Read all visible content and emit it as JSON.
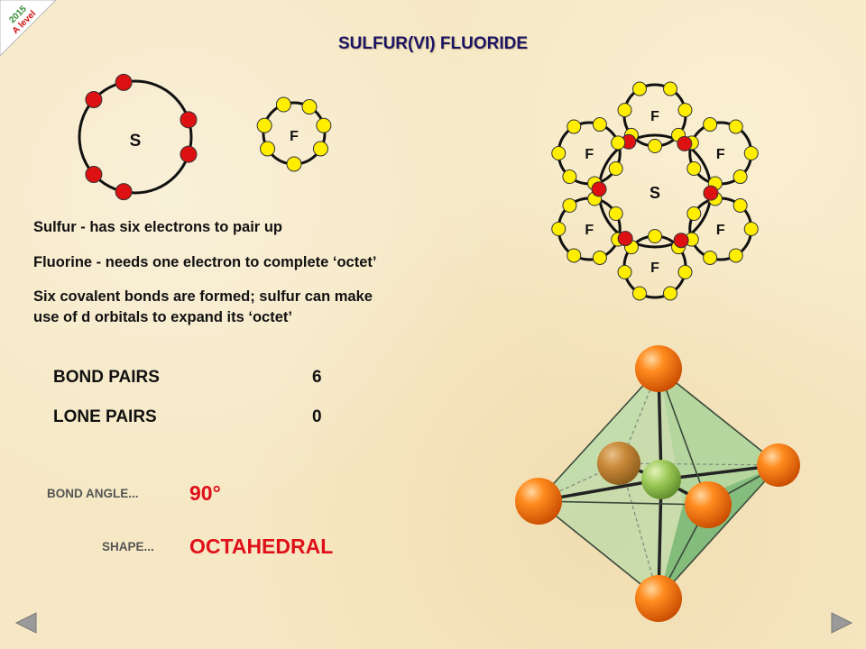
{
  "title": "SULFUR(VI) FLUORIDE",
  "badge": {
    "line1": "2015",
    "line2": "A level"
  },
  "atoms": {
    "sulfur_symbol": "S",
    "fluorine_symbol": "F"
  },
  "description": {
    "line1": "Sulfur - has six electrons to pair up",
    "line2": "Fluorine - needs one electron to complete ‘octet’",
    "line3a": "Six covalent bonds are formed; sulfur can make",
    "line3b": "use of d orbitals to expand its ‘octet’"
  },
  "pairs": {
    "bond_label": "BOND PAIRS",
    "bond_value": "6",
    "lone_label": "LONE PAIRS",
    "lone_value": "0"
  },
  "bond_angle": {
    "label": "BOND ANGLE...",
    "value": "90°"
  },
  "shape": {
    "label": "SHAPE...",
    "value": "OCTAHEDRAL"
  },
  "colors": {
    "title": "#1b1464",
    "sulfur_electron": "#dd1111",
    "fluorine_electron": "#ffee00",
    "accent_red": "#e0101a",
    "ball_orange": "#ff7a10",
    "ball_green": "#8fbf4a",
    "octahedron_fill": "#7fc98a"
  },
  "nav": {
    "prev_icon": "triangle-left-icon",
    "next_icon": "triangle-right-icon"
  }
}
